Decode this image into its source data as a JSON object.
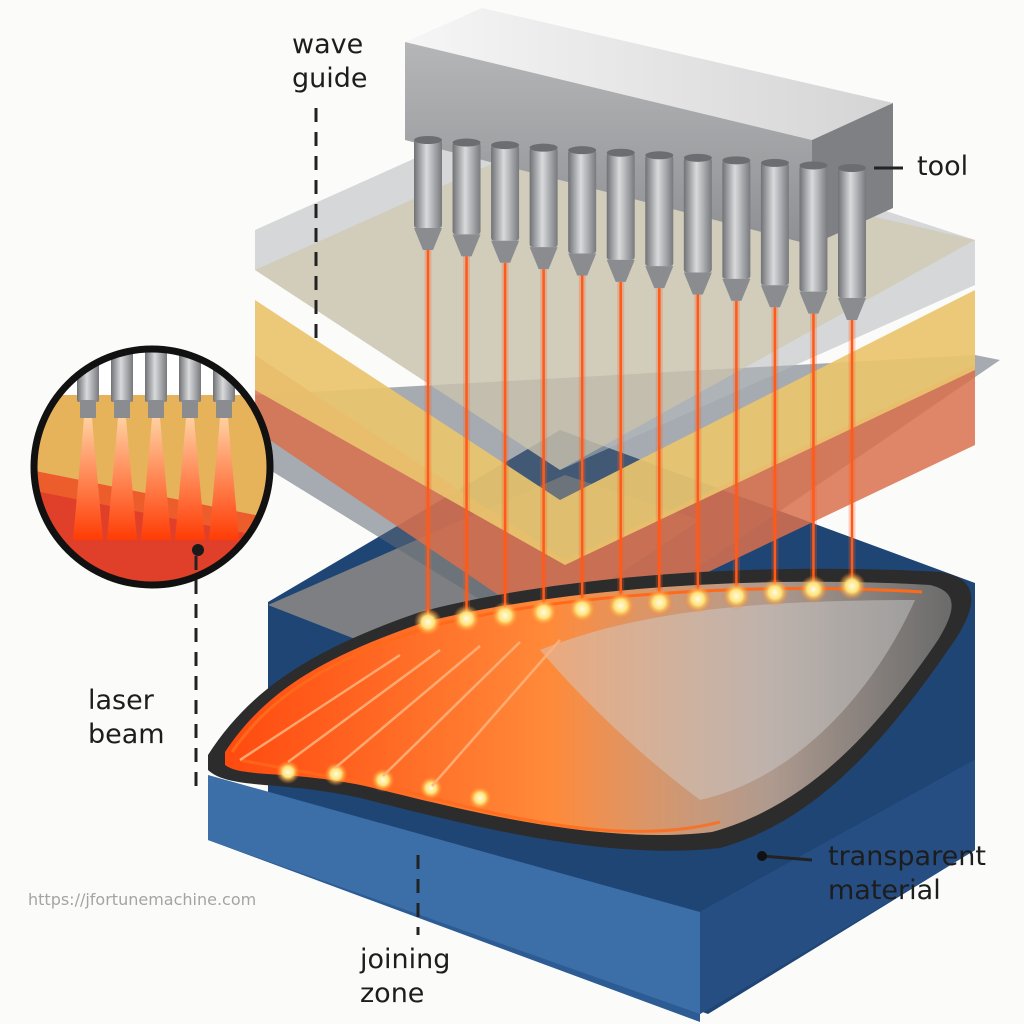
{
  "labels": {
    "wave_guide": "wave\nguide",
    "tool": "tool",
    "laser_beam": "laser\nbeam",
    "transparent_material": "transparent\nmaterial",
    "joining_zone": "joining\nzone"
  },
  "watermark": "https://jfortunemachine.com",
  "colors": {
    "laser": "#ff5a1a",
    "amber_layer": "#e9c46e",
    "red_layer": "#d9704e",
    "blue_base": "#2f5b93",
    "tool_steel": "#a9abae"
  },
  "nozzle_count": 12
}
